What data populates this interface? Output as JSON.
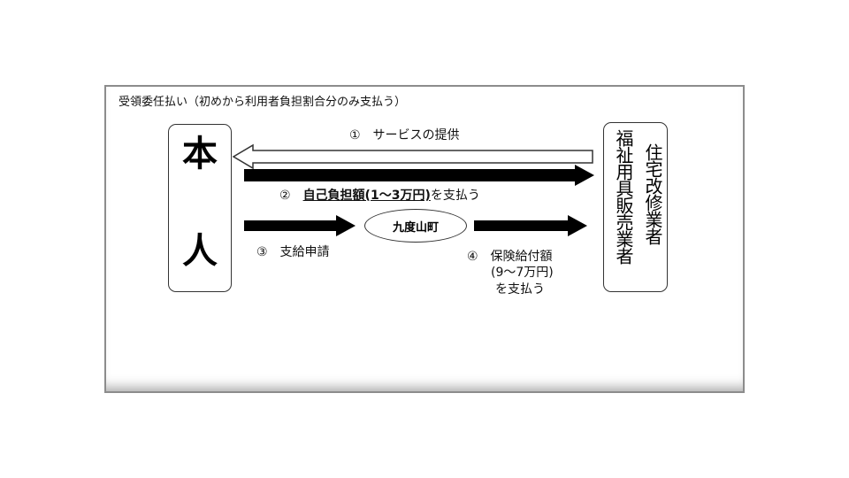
{
  "title": "受領委任払い（初めから利用者負担割合分のみ支払う）",
  "entities": {
    "person": {
      "char1": "本",
      "char2": "人"
    },
    "vendor": {
      "line1": "住宅改修業者",
      "line2": "福祉用具販売業者"
    },
    "town": "九度山町"
  },
  "flows": {
    "step1": "①　サービスの提供",
    "step2_prefix": "②　",
    "step2_emphasis": "自己負担額(1～3万円)",
    "step2_suffix": "を支払う",
    "step3": "③　支給申請",
    "step4_line1": "④　保険給付額",
    "step4_line2": "(9～7万円)",
    "step4_line3": "を支払う"
  }
}
